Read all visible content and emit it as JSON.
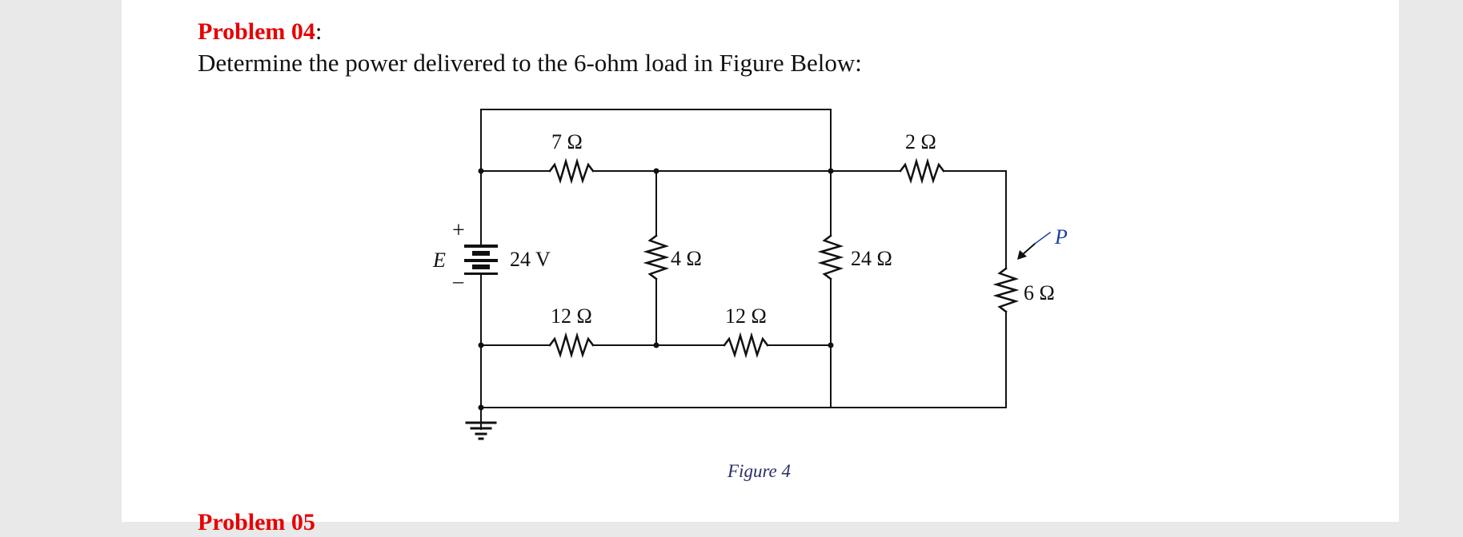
{
  "problem": {
    "label": "Problem 04",
    "colon": ":",
    "text": "Determine the power delivered to the 6-ohm load in Figure Below:"
  },
  "next_problem": {
    "label": "Problem 05"
  },
  "figure": {
    "caption": "Figure 4",
    "source": {
      "symbol": "E",
      "plus": "+",
      "minus": "–",
      "value": "24 V"
    },
    "resistors": {
      "r7": "7 Ω",
      "r2": "2 Ω",
      "r4": "4 Ω",
      "r24": "24 Ω",
      "r6": "6 Ω",
      "r12a": "12 Ω",
      "r12b": "12 Ω"
    },
    "power_label": "P"
  },
  "colors": {
    "accent": "#e60000",
    "caption": "#2a2f66",
    "power_label": "#1a3fa0"
  }
}
